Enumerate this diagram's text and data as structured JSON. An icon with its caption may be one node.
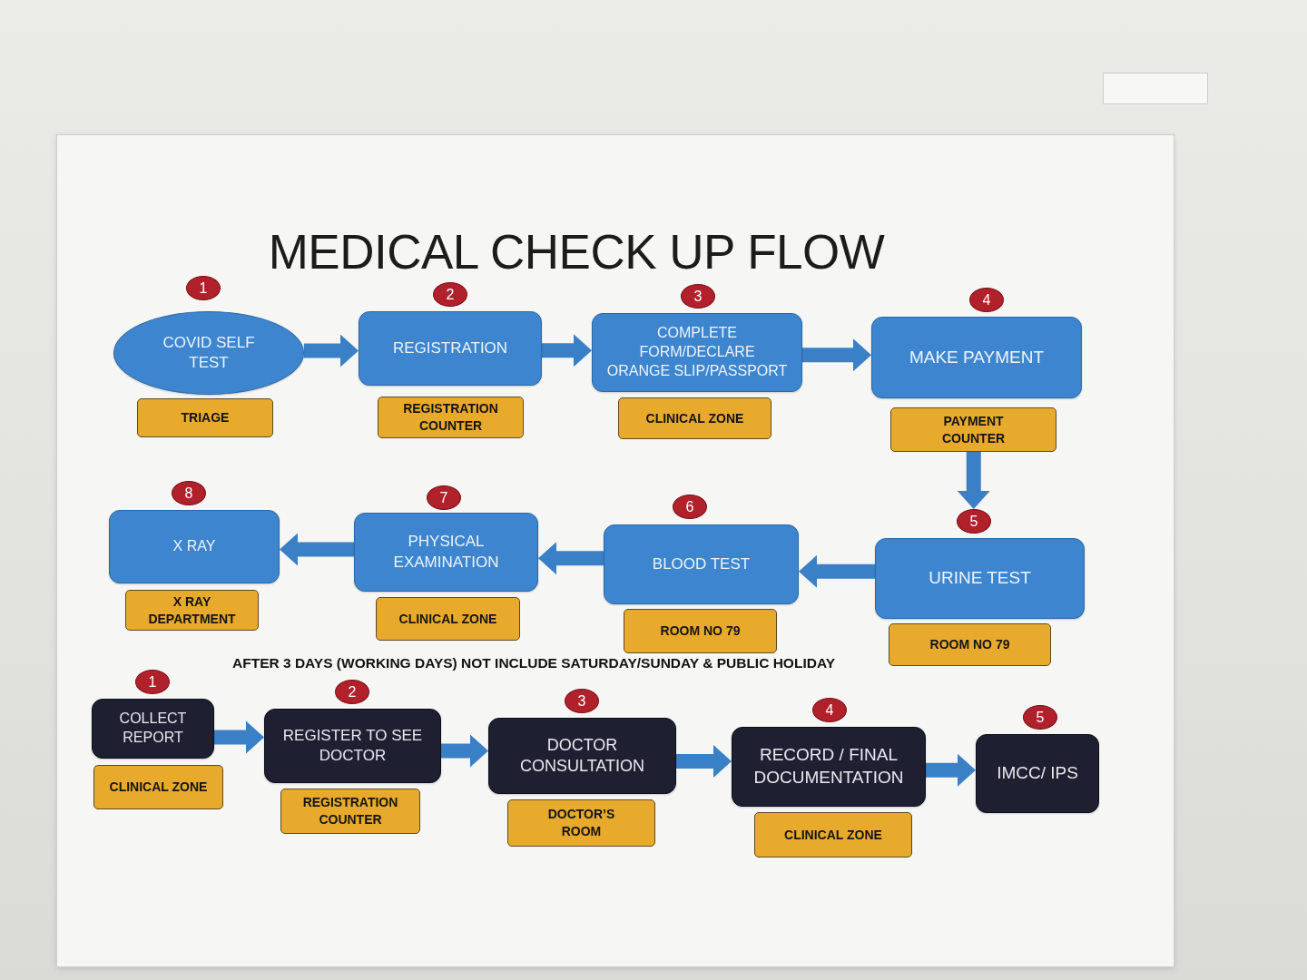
{
  "diagram": {
    "title": "MEDICAL CHECK UP FLOW",
    "nodes": [
      {
        "text": [
          "1"
        ]
      },
      {
        "text": [
          "COVID SELF TEST"
        ]
      },
      {
        "text": [
          "TRIAGE"
        ]
      },
      {
        "text": [
          "2"
        ]
      },
      {
        "text": [
          "REGISTRATION"
        ]
      },
      {
        "text": [
          "REGISTRATION COUNTER"
        ]
      },
      {
        "text": [
          "3"
        ]
      },
      {
        "text": [
          "COMPLETE FORM/DECLARE ORANGE SLIP/PASSPORT"
        ]
      },
      {
        "text": [
          "CLINICAL ZONE"
        ]
      },
      {
        "text": [
          "4"
        ]
      },
      {
        "text": [
          "MAKE PAYMENT"
        ]
      },
      {
        "text": [
          "PAYMENT COUNTER"
        ]
      },
      {
        "text": [
          "5"
        ]
      },
      {
        "text": [
          "URINE TEST"
        ]
      },
      {
        "text": [
          "ROOM NO 79"
        ]
      },
      {
        "text": [
          "6"
        ]
      },
      {
        "text": [
          "BLOOD TEST"
        ]
      },
      {
        "text": [
          "ROOM NO 79"
        ]
      },
      {
        "text": [
          "7"
        ]
      },
      {
        "text": [
          "PHYSICAL EXAMINATION"
        ]
      },
      {
        "text": [
          "CLINICAL ZONE"
        ]
      },
      {
        "text": [
          "8"
        ]
      },
      {
        "text": [
          "X RAY"
        ]
      },
      {
        "text": [
          "X RAY DEPARTMENT"
        ]
      },
      {
        "text": [
          "1"
        ]
      },
      {
        "text": [
          "COLLECT REPORT"
        ]
      },
      {
        "text": [
          "CLINICAL ZONE"
        ]
      },
      {
        "text": [
          "2"
        ]
      },
      {
        "text": [
          "REGISTER TO SEE DOCTOR"
        ]
      },
      {
        "text": [
          "REGISTRATION COUNTER"
        ]
      },
      {
        "text": [
          "3"
        ]
      },
      {
        "text": [
          "DOCTOR CONSULTATION"
        ]
      },
      {
        "text": [
          "DOCTOR’S ROOM"
        ]
      },
      {
        "text": [
          "4"
        ]
      },
      {
        "text": [
          "RECORD / FINAL DOCUMENTATION"
        ]
      },
      {
        "text": [
          "CLINICAL ZONE"
        ]
      },
      {
        "text": [
          "5"
        ]
      },
      {
        "text": [
          "IMCC/ IPS"
        ]
      }
    ],
    "edges": [
      {
        "from": 1,
        "to": 4,
        "arrow": "to"
      },
      {
        "from": 4,
        "to": 7,
        "arrow": "to"
      },
      {
        "from": 7,
        "to": 10,
        "arrow": "to"
      },
      {
        "from": 11,
        "to": 12,
        "arrow": "to"
      },
      {
        "from": 13,
        "to": 16,
        "arrow": "to"
      },
      {
        "from": 16,
        "to": 19,
        "arrow": "to"
      },
      {
        "from": 19,
        "to": 22,
        "arrow": "to"
      },
      {
        "from": 25,
        "to": 28,
        "arrow": "to"
      },
      {
        "from": 28,
        "to": 31,
        "arrow": "to"
      },
      {
        "from": 31,
        "to": 34,
        "arrow": "to"
      },
      {
        "from": 34,
        "to": 37,
        "arrow": "to"
      }
    ],
    "labels": [
      "AFTER 3 DAYS (WORKING DAYS) NOT INCLUDE SATURDAY/SUNDAY & PUBLIC HOLIDAY"
    ]
  }
}
